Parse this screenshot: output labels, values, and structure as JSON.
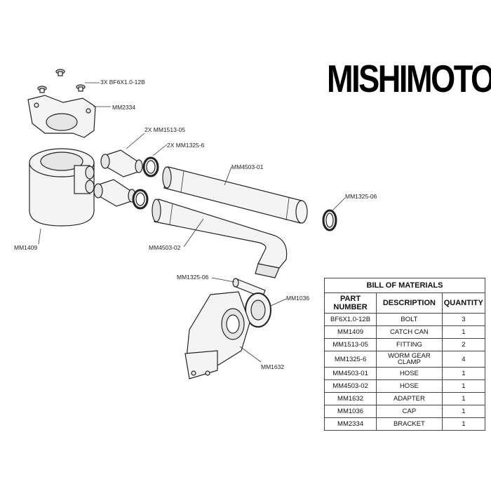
{
  "brand": {
    "logo_text": "MISHIMOTO"
  },
  "callouts": {
    "bolt": "3X BF6X1.0-12B",
    "bracket": "MM2334",
    "fitting": "2X MM1513-05",
    "clamp_top": "2X MM1325-6",
    "hose_top": "MM4503-01",
    "clamp_right": "MM1325-06",
    "catch_can": "MM1409",
    "hose_bottom": "MM4503-02",
    "clamp_bottom": "MM1325-06",
    "cap": "MM1036",
    "adapter": "MM1632"
  },
  "bom": {
    "title": "BILL OF MATERIALS",
    "headers": [
      "PART NUMBER",
      "DESCRIPTION",
      "QUANTITY"
    ],
    "rows": [
      [
        "BF6X1.0-12B",
        "BOLT",
        "3"
      ],
      [
        "MM1409",
        "CATCH CAN",
        "1"
      ],
      [
        "MM1513-05",
        "FITTING",
        "2"
      ],
      [
        "MM1325-6",
        "WORM GEAR CLAMP",
        "4"
      ],
      [
        "MM4503-01",
        "HOSE",
        "1"
      ],
      [
        "MM4503-02",
        "HOSE",
        "1"
      ],
      [
        "MM1632",
        "ADAPTER",
        "1"
      ],
      [
        "MM1036",
        "CAP",
        "1"
      ],
      [
        "MM2334",
        "BRACKET",
        "1"
      ]
    ]
  },
  "colors": {
    "line": "#222222",
    "part_fill": "#f2f2f2",
    "background": "#ffffff"
  }
}
